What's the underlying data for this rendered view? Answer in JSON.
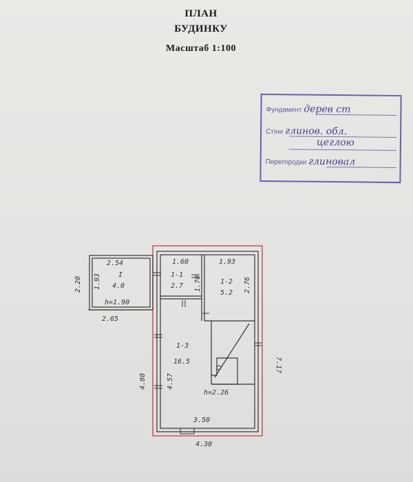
{
  "header": {
    "title_line1": "ПЛАН",
    "title_line2": "БУДИНКУ",
    "scale": "Масштаб 1:100"
  },
  "stamp": {
    "foundation_label": "Фундамент",
    "foundation_value": "дерев ст",
    "walls_label": "Стіни",
    "walls_value": "глинов. обл.",
    "walls_value_2": "цеглою",
    "partitions_label": "Перегородки",
    "partitions_value": "глиновал"
  },
  "plan": {
    "annex_width": "2.54",
    "annex_room": "I",
    "annex_area": "4.0",
    "annex_height_left": "2.20",
    "annex_depth": "1.93",
    "annex_ceiling": "h=1.90",
    "annex_bottom": "2.65",
    "room_1_1_width": "1.60",
    "room_1_1_id": "1-1",
    "room_1_1_area": "2.7",
    "room_1_2_width": "1.93",
    "room_1_2_id": "1-2",
    "room_1_2_area": "5.2",
    "room_1_2_depth": "2.76",
    "stair_width": "1.70",
    "room_1_3_id": "1-3",
    "room_1_3_area": "16.5",
    "room_1_3_depth": "4.57",
    "ceiling_height": "h=2.26",
    "inner_width": "3.50",
    "outer_width": "4.30",
    "outer_left_depth": "4.80",
    "outer_right_depth": "7.17"
  }
}
